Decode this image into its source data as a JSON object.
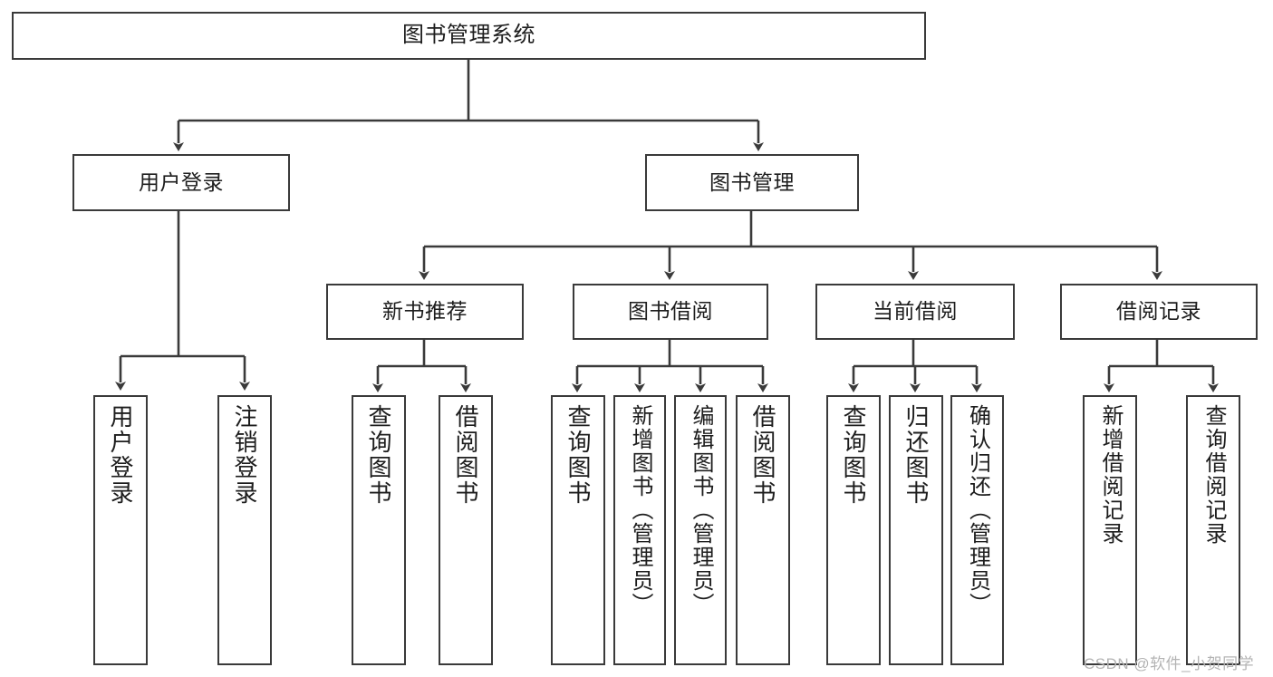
{
  "diagram": {
    "type": "tree-hierarchy",
    "title": "图书管理系统",
    "stroke_color": "#3a3a3a",
    "background_color": "#ffffff",
    "text_color": "#1d1d1d",
    "nodes": {
      "root": {
        "label": "图书管理系统"
      },
      "level1": [
        {
          "id": "user-login",
          "label": "用户登录"
        },
        {
          "id": "book-manage",
          "label": "图书管理"
        }
      ],
      "level2": [
        {
          "id": "new-book-rec",
          "label": "新书推荐"
        },
        {
          "id": "book-borrow",
          "label": "图书借阅"
        },
        {
          "id": "current-borrow",
          "label": "当前借阅"
        },
        {
          "id": "borrow-record",
          "label": "借阅记录"
        }
      ],
      "leaves": [
        {
          "id": "leaf-user-login",
          "label": "用户登录",
          "parent": "user-login"
        },
        {
          "id": "leaf-user-logout",
          "label": "注销登录",
          "parent": "user-login"
        },
        {
          "id": "leaf-query-book-1",
          "label": "查询图书",
          "parent": "new-book-rec"
        },
        {
          "id": "leaf-borrow-book-1",
          "label": "借阅图书",
          "parent": "new-book-rec"
        },
        {
          "id": "leaf-query-book-2",
          "label": "查询图书",
          "parent": "book-borrow"
        },
        {
          "id": "leaf-add-book",
          "label": "新增图书（管理员）",
          "parent": "book-borrow"
        },
        {
          "id": "leaf-edit-book",
          "label": "编辑图书（管理员）",
          "parent": "book-borrow"
        },
        {
          "id": "leaf-borrow-book-2",
          "label": "借阅图书",
          "parent": "book-borrow"
        },
        {
          "id": "leaf-query-book-3",
          "label": "查询图书",
          "parent": "current-borrow"
        },
        {
          "id": "leaf-return-book",
          "label": "归还图书",
          "parent": "current-borrow"
        },
        {
          "id": "leaf-confirm-return",
          "label": "确认归还（管理员）",
          "parent": "current-borrow"
        },
        {
          "id": "leaf-add-record",
          "label": "新增借阅记录",
          "parent": "borrow-record"
        },
        {
          "id": "leaf-query-record",
          "label": "查询借阅记录",
          "parent": "borrow-record"
        }
      ]
    }
  },
  "watermark": {
    "text": "CSDN @软件_小贺同学"
  }
}
